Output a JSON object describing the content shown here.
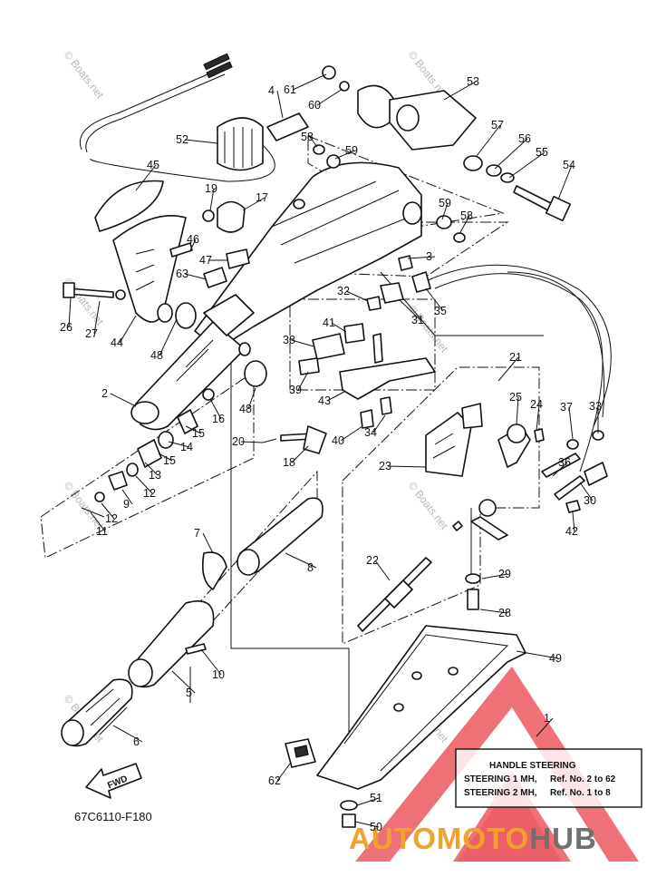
{
  "diagram": {
    "figure_code": "67C6110-F180",
    "fwd_label": "FWD",
    "note": {
      "title": "HANDLE STEERING",
      "lines": [
        {
          "model": "STEERING 1 MH,",
          "refs": "Ref. No. 2 to 62"
        },
        {
          "model": "STEERING 2 MH,",
          "refs": "Ref. No. 1 to 8"
        }
      ]
    },
    "watermark": "© Boats.net",
    "brand": {
      "part1": "AUTOMOTO",
      "part2": "HUB",
      "color1": "#f0a32c",
      "color2": "#707070",
      "logo_color": "#e4202a"
    },
    "callouts": [
      "1",
      "2",
      "3",
      "4",
      "5",
      "6",
      "7",
      "8",
      "9",
      "10",
      "11",
      "12",
      "12",
      "13",
      "14",
      "15",
      "15",
      "16",
      "17",
      "18",
      "19",
      "20",
      "21",
      "22",
      "23",
      "24",
      "25",
      "26",
      "27",
      "28",
      "29",
      "30",
      "31",
      "32",
      "33",
      "34",
      "35",
      "36",
      "37",
      "38",
      "39",
      "40",
      "41",
      "42",
      "43",
      "44",
      "45",
      "46",
      "47",
      "48",
      "48",
      "49",
      "50",
      "51",
      "52",
      "53",
      "54",
      "55",
      "56",
      "57",
      "58",
      "58",
      "59",
      "59",
      "60",
      "61",
      "62",
      "63"
    ]
  }
}
